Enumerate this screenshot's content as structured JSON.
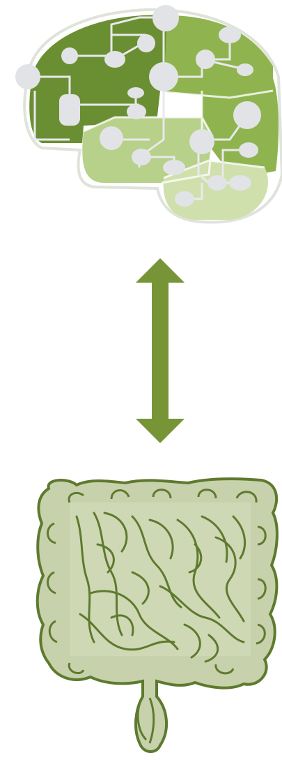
{
  "diagram": {
    "nodes": [
      {
        "id": "brain",
        "icon": "brain-circuit-icon"
      },
      {
        "id": "gut",
        "icon": "intestines-icon"
      }
    ],
    "edges": [
      {
        "from": "brain",
        "to": "gut",
        "direction": "bidirectional"
      }
    ]
  },
  "colors": {
    "brain_dark": "#6a8f32",
    "brain_mid": "#8fb44f",
    "brain_light": "#b7d08a",
    "brain_lighter": "#cfe0ad",
    "circuit": "#e2e3e6",
    "arrow": "#779537",
    "gut_fill": "#c7d2ac",
    "gut_line": "#5e7a2e"
  }
}
